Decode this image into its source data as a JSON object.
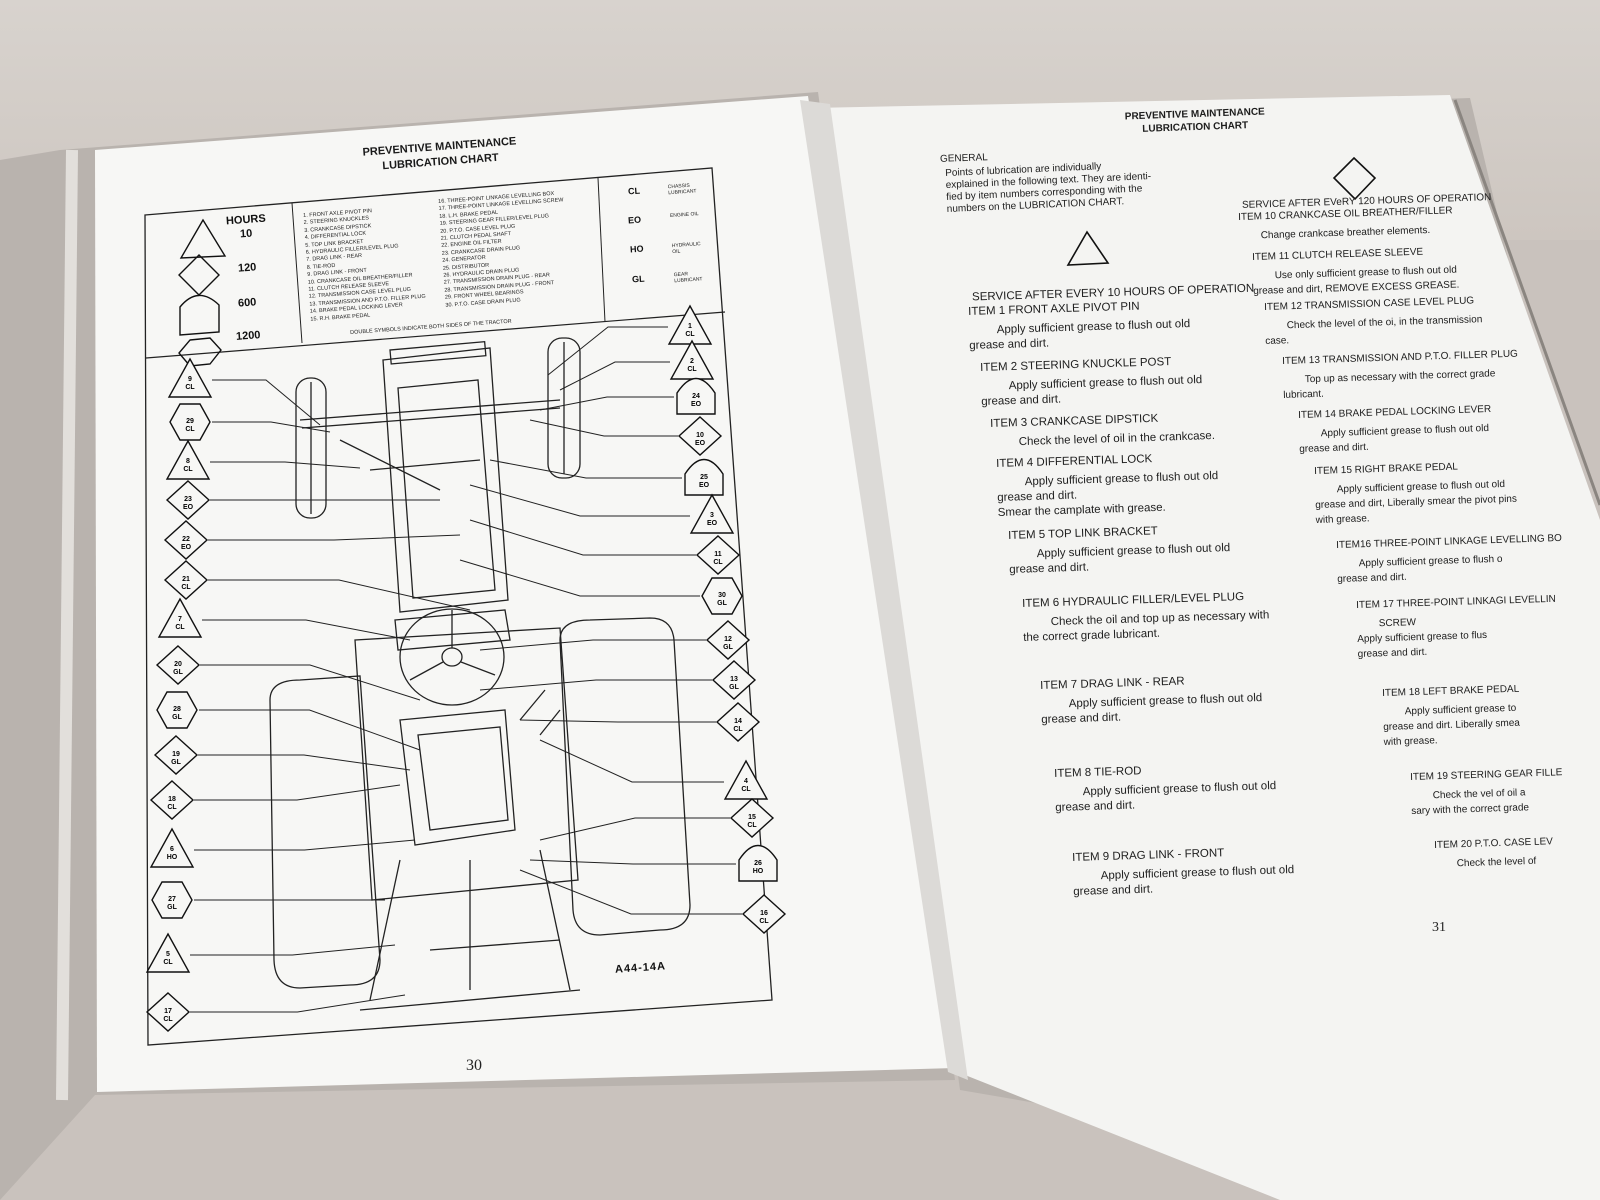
{
  "left_page": {
    "title_line1": "PREVENTIVE MAINTENANCE",
    "title_line2": "LUBRICATION CHART",
    "hours_label": "HOURS",
    "hours": [
      "10",
      "120",
      "600",
      "1200"
    ],
    "items_col1": [
      "1. FRONT AXLE PIVOT PIN",
      "2. STEERING KNUCKLES",
      "3. CRANKCASE DIPSTICK",
      "4. DIFFERENTIAL LOCK",
      "5. TOP LINK BRACKET",
      "6. HYDRAULIC FILLER/LEVEL PLUG",
      "7. DRAG LINK - REAR",
      "8. TIE-ROD",
      "9. DRAG LINK - FRONT",
      "10. CRANKCASE OIL BREATHER/FILLER",
      "11. CLUTCH RELEASE SLEEVE",
      "12. TRANSMISSION CASE LEVEL PLUG",
      "13. TRANSMISSION AND P.T.O. FILLER PLUG",
      "14. BRAKE PEDAL LOCKING LEVER",
      "15. R.H. BRAKE PEDAL"
    ],
    "items_col2": [
      "16. THREE-POINT LINKAGE LEVELLING BOX",
      "17. THREE-POINT LINKAGE LEVELLING SCREW",
      "18. L.H. BRAKE PEDAL",
      "19. STEERING GEAR FILLER/LEVEL PLUG",
      "20. P.T.O. CASE LEVEL PLUG",
      "21. CLUTCH PEDAL SHAFT",
      "22. ENGINE OIL FILTER",
      "23. CRANKCASE DRAIN PLUG",
      "24. GENERATOR",
      "25. DISTRIBUTOR",
      "26. HYDRAULIC DRAIN PLUG",
      "27. TRANSMISSION DRAIN PLUG - REAR",
      "28. TRANSMISSION DRAIN PLUG - FRONT",
      "29. FRONT WHEEL BEARINGS",
      "30. P.T.O. CASE DRAIN PLUG"
    ],
    "footnote": "DOUBLE SYMBOLS INDICATE BOTH SIDES OF THE TRACTOR",
    "codes": [
      {
        "code": "CL",
        "desc": "CHASSIS LUBRICANT"
      },
      {
        "code": "EO",
        "desc": "ENGINE OIL"
      },
      {
        "code": "HO",
        "desc": "HYDRAULIC OIL"
      },
      {
        "code": "GL",
        "desc": "GEAR LUBRICANT"
      }
    ],
    "diagram_id": "A44-14A",
    "page_number": "30",
    "callouts_left": [
      {
        "num": "9",
        "code": "CL",
        "shape": "triangle"
      },
      {
        "num": "29",
        "code": "CL",
        "shape": "hexagon"
      },
      {
        "num": "8",
        "code": "CL",
        "shape": "triangle"
      },
      {
        "num": "23",
        "code": "EO",
        "shape": "diamond"
      },
      {
        "num": "22",
        "code": "EO",
        "shape": "diamond"
      },
      {
        "num": "21",
        "code": "CL",
        "shape": "diamond"
      },
      {
        "num": "7",
        "code": "CL",
        "shape": "triangle"
      },
      {
        "num": "20",
        "code": "GL",
        "shape": "diamond"
      },
      {
        "num": "28",
        "code": "GL",
        "shape": "hexagon"
      },
      {
        "num": "19",
        "code": "GL",
        "shape": "diamond"
      },
      {
        "num": "18",
        "code": "CL",
        "shape": "diamond"
      },
      {
        "num": "6",
        "code": "HO",
        "shape": "triangle"
      },
      {
        "num": "27",
        "code": "GL",
        "shape": "hexagon"
      },
      {
        "num": "5",
        "code": "CL",
        "shape": "triangle"
      },
      {
        "num": "17",
        "code": "CL",
        "shape": "diamond"
      }
    ],
    "callouts_right": [
      {
        "num": "1",
        "code": "CL",
        "shape": "triangle"
      },
      {
        "num": "2",
        "code": "CL",
        "shape": "triangle"
      },
      {
        "num": "24",
        "code": "EO",
        "shape": "arch"
      },
      {
        "num": "10",
        "code": "EO",
        "shape": "diamond"
      },
      {
        "num": "25",
        "code": "EO",
        "shape": "arch"
      },
      {
        "num": "3",
        "code": "EO",
        "shape": "triangle"
      },
      {
        "num": "11",
        "code": "CL",
        "shape": "diamond"
      },
      {
        "num": "30",
        "code": "GL",
        "shape": "hexagon"
      },
      {
        "num": "12",
        "code": "GL",
        "shape": "diamond"
      },
      {
        "num": "13",
        "code": "GL",
        "shape": "diamond"
      },
      {
        "num": "14",
        "code": "CL",
        "shape": "diamond"
      },
      {
        "num": "4",
        "code": "CL",
        "shape": "triangle"
      },
      {
        "num": "15",
        "code": "CL",
        "shape": "diamond"
      },
      {
        "num": "26",
        "code": "HO",
        "shape": "arch"
      },
      {
        "num": "16",
        "code": "CL",
        "shape": "diamond"
      }
    ]
  },
  "right_page": {
    "title_line1": "PREVENTIVE MAINTENANCE",
    "title_line2": "LUBRICATION CHART",
    "general_heading": "GENERAL",
    "general_text": [
      "Points of lubrication are individually",
      "explained in the following text. They are identi-",
      "fied by item numbers corresponding with the",
      "numbers on the LUBRICATION CHART."
    ],
    "service_10": "SERVICE AFTER EVERY 10 HOURS OF OPERATION",
    "items_10": [
      {
        "title": "ITEM 1  FRONT AXLE PIVOT PIN",
        "body": [
          "Apply sufficient grease to flush out old",
          "grease and dirt."
        ]
      },
      {
        "title": "ITEM 2  STEERING KNUCKLE POST",
        "body": [
          "Apply sufficient grease to flush out old",
          "grease and dirt."
        ]
      },
      {
        "title": "ITEM 3  CRANKCASE DIPSTICK",
        "body": [
          "Check the level of oil in the crankcase."
        ]
      },
      {
        "title": "ITEM 4  DIFFERENTIAL LOCK",
        "body": [
          "Apply sufficient grease to flush out old",
          "grease and dirt.",
          "Smear the camplate with grease."
        ]
      },
      {
        "title": "ITEM 5  TOP LINK BRACKET",
        "body": [
          "Apply sufficient grease to flush out old",
          "grease and dirt."
        ]
      },
      {
        "title": "ITEM 6  HYDRAULIC FILLER/LEVEL PLUG",
        "body": [
          "Check the oil and top up as necessary with",
          "the correct grade lubricant."
        ]
      },
      {
        "title": "ITEM 7  DRAG LINK - REAR",
        "body": [
          "Apply sufficient grease to flush out old",
          "grease and dirt."
        ]
      },
      {
        "title": "ITEM 8  TIE-ROD",
        "body": [
          "Apply sufficient grease to flush out old",
          "grease and dirt."
        ]
      },
      {
        "title": "ITEM 9  DRAG LINK - FRONT",
        "body": [
          "Apply sufficient grease to flush out old",
          "grease and dirt."
        ]
      }
    ],
    "service_120": "SERVICE AFTER EVeRY 120 HOURS OF OPERATION",
    "items_120": [
      {
        "title": "ITEM 10  CRANKCASE OIL BREATHER/FILLER",
        "body": [
          "Change crankcase breather elements."
        ]
      },
      {
        "title": "ITEM 11  CLUTCH RELEASE SLEEVE",
        "body": [
          "Use only sufficient grease to flush out old",
          "grease and dirt, REMOVE EXCESS GREASE."
        ]
      },
      {
        "title": "ITEM 12  TRANSMISSION CASE LEVEL PLUG",
        "body": [
          "Check the level of the oi, in the transmission",
          "case."
        ]
      },
      {
        "title": "ITEM 13  TRANSMISSION AND P.T.O. FILLER PLUG",
        "body": [
          "Top up as necessary with the correct grade",
          "lubricant."
        ]
      },
      {
        "title": "ITEM 14  BRAKE PEDAL LOCKING LEVER",
        "body": [
          "Apply sufficient grease to flush out old",
          "grease and dirt."
        ]
      },
      {
        "title": "ITEM 15  RIGHT BRAKE PEDAL",
        "body": [
          "Apply sufficient grease to flush out old",
          "grease and dirt, Liberally smear the pivot pins",
          "with grease."
        ]
      },
      {
        "title": "ITEM16  THREE-POINT LINKAGE LEVELLING BO",
        "body": [
          "Apply sufficient grease to flush o",
          "grease and dirt."
        ]
      },
      {
        "title": "ITEM  17  THREE-POINT LINKAGI LEVELLIN",
        "body": [
          "SCREW",
          "Apply sufficient grease to flus",
          "grease and dirt."
        ]
      },
      {
        "title": "ITEM 18  LEFT BRAKE PEDAL",
        "body": [
          "Apply sufficient grease to",
          "grease and dirt. Liberally smea",
          "with grease."
        ]
      },
      {
        "title": "ITEM 19  STEERING GEAR FILLE",
        "body": [
          "Check the  vel of oil a",
          "sary with the correct grade"
        ]
      },
      {
        "title": "ITEM 20  P.T.O. CASE LEV",
        "body": [
          "Check the level of"
        ]
      }
    ],
    "page_number": "31"
  }
}
